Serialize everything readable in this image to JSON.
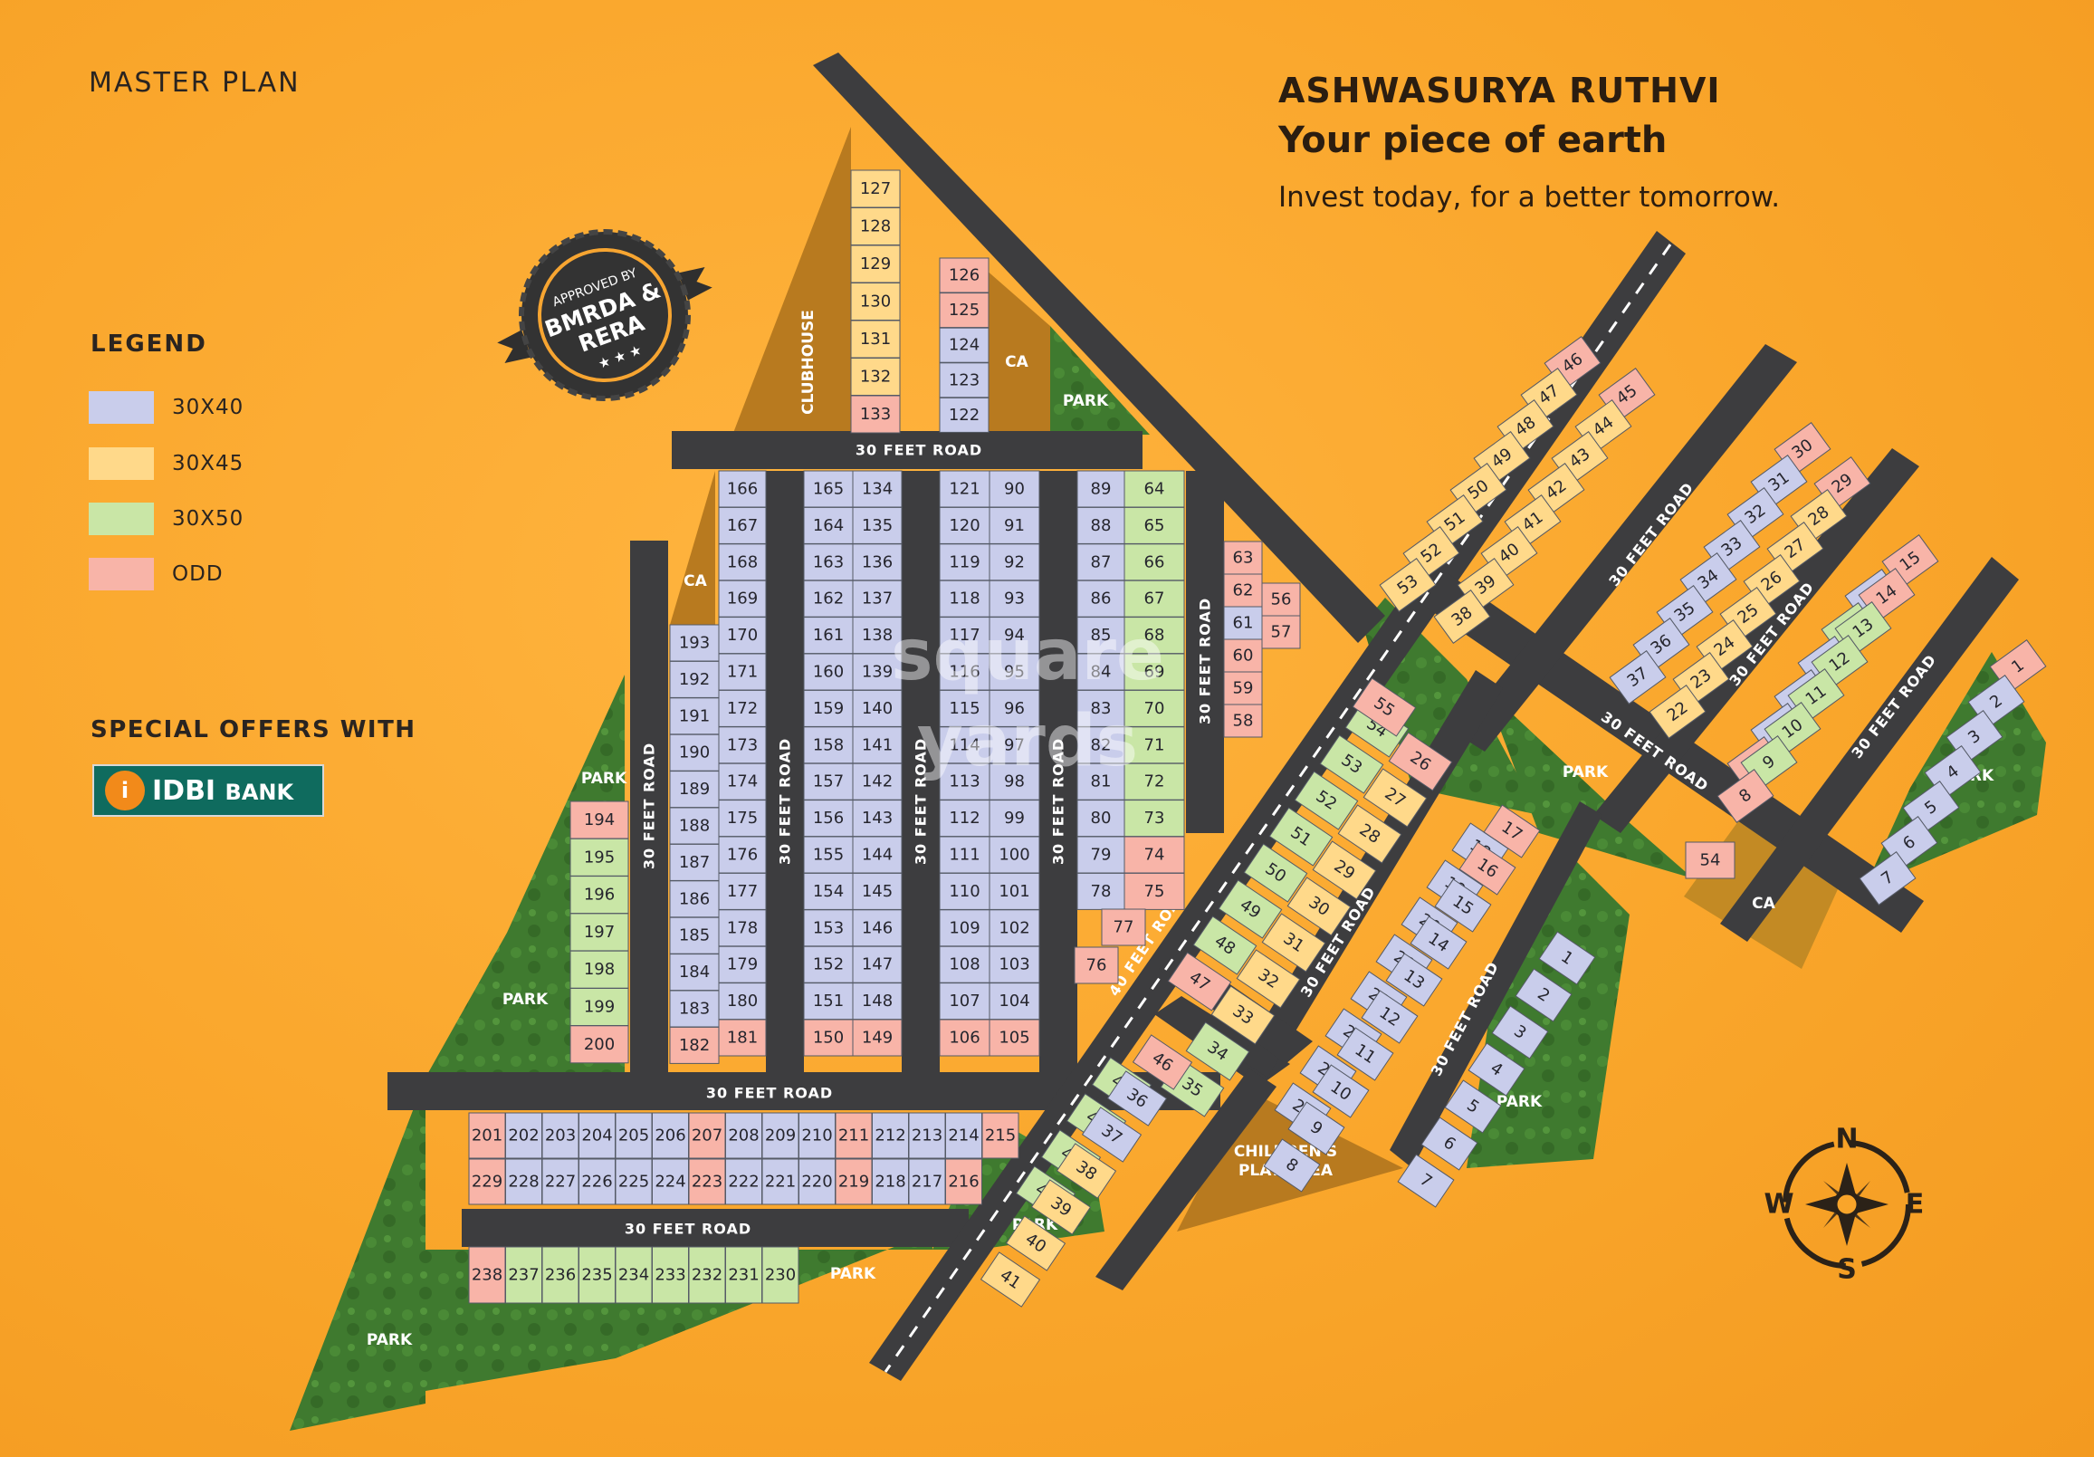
{
  "header": {
    "master_plan": "MASTER PLAN"
  },
  "project": {
    "title": "ASHWASURYA RUTHVI",
    "tagline": "Your piece of earth",
    "subline": "Invest today, for a better tomorrow."
  },
  "badge": {
    "line1": "APPROVED BY",
    "line2": "BMRDA &",
    "line3": "RERA"
  },
  "legend": {
    "title": "LEGEND",
    "items": [
      {
        "label": "30X40",
        "color": "#c9cdeb"
      },
      {
        "label": "30X45",
        "color": "#ffd98a"
      },
      {
        "label": "30X50",
        "color": "#c9e6a6"
      },
      {
        "label": "ODD",
        "color": "#f8b4a8"
      }
    ]
  },
  "offers": {
    "title": "SPECIAL OFFERS WITH",
    "bank_name": "IDBI",
    "bank_suffix": "BANK"
  },
  "compass": {
    "n": "N",
    "s": "S",
    "e": "E",
    "w": "W"
  },
  "labels": {
    "road30": "30 FEET ROAD",
    "road40": "40 FEET ROAD",
    "park": "PARK",
    "ca": "CA",
    "clubhouse": "CLUBHOUSE",
    "play1": "CHILDREN'S",
    "play2": "PLAY AREA"
  },
  "watermark": [
    "square",
    "yards"
  ],
  "plots": {
    "col_a": {
      "numbers": [
        166,
        167,
        168,
        169,
        170,
        171,
        172,
        173,
        174,
        175,
        176,
        177,
        178,
        179,
        180,
        181
      ],
      "colors": [
        "b",
        "b",
        "b",
        "b",
        "b",
        "b",
        "b",
        "b",
        "b",
        "b",
        "b",
        "b",
        "b",
        "b",
        "b",
        "o"
      ]
    },
    "col_b": {
      "numbers": [
        193,
        192,
        191,
        190,
        189,
        188,
        187,
        186,
        185,
        184,
        183,
        182
      ],
      "colors": [
        "b",
        "b",
        "b",
        "b",
        "b",
        "b",
        "b",
        "b",
        "b",
        "b",
        "b",
        "o"
      ]
    },
    "col_c": {
      "numbers": [
        165,
        164,
        163,
        162,
        161,
        160,
        159,
        158,
        157,
        156,
        155,
        154,
        153,
        152,
        151,
        150
      ],
      "colors": [
        "b",
        "b",
        "b",
        "b",
        "b",
        "b",
        "b",
        "b",
        "b",
        "b",
        "b",
        "b",
        "b",
        "b",
        "b",
        "o"
      ]
    },
    "col_d": {
      "numbers": [
        134,
        135,
        136,
        137,
        138,
        139,
        140,
        141,
        142,
        143,
        144,
        145,
        146,
        147,
        148,
        149
      ],
      "colors": [
        "b",
        "b",
        "b",
        "b",
        "b",
        "b",
        "b",
        "b",
        "b",
        "b",
        "b",
        "b",
        "b",
        "b",
        "b",
        "o"
      ]
    },
    "col_e": {
      "numbers": [
        121,
        120,
        119,
        118,
        117,
        116,
        115,
        114,
        113,
        112,
        111,
        110,
        109,
        108,
        107,
        106
      ],
      "colors": [
        "b",
        "b",
        "b",
        "b",
        "b",
        "b",
        "b",
        "b",
        "b",
        "b",
        "b",
        "b",
        "b",
        "b",
        "b",
        "o"
      ]
    },
    "col_f": {
      "numbers": [
        90,
        91,
        92,
        93,
        94,
        95,
        96,
        97,
        98,
        99,
        100,
        101,
        102,
        103,
        104,
        105
      ],
      "colors": [
        "b",
        "b",
        "b",
        "b",
        "b",
        "b",
        "b",
        "b",
        "b",
        "b",
        "b",
        "b",
        "b",
        "b",
        "b",
        "o"
      ]
    },
    "col_g": {
      "numbers": [
        89,
        88,
        87,
        86,
        85,
        84,
        83,
        82,
        81,
        80,
        79,
        78
      ],
      "colors": [
        "b",
        "b",
        "b",
        "b",
        "b",
        "b",
        "b",
        "b",
        "b",
        "b",
        "b",
        "b"
      ]
    },
    "col_h": {
      "numbers": [
        64,
        65,
        66,
        67,
        68,
        69,
        70,
        71,
        72,
        73,
        74,
        75
      ],
      "colors": [
        "g",
        "g",
        "g",
        "g",
        "g",
        "g",
        "g",
        "g",
        "g",
        "g",
        "o",
        "o"
      ]
    },
    "col_top_left": {
      "numbers": [
        127,
        128,
        129,
        130,
        131,
        132,
        133
      ],
      "colors": [
        "y",
        "y",
        "y",
        "y",
        "y",
        "y",
        "o"
      ]
    },
    "col_top_right": {
      "numbers": [
        126,
        125,
        124,
        123,
        122
      ],
      "colors": [
        "o",
        "o",
        "b",
        "b",
        "b"
      ]
    },
    "col_park_left": {
      "numbers": [
        194,
        195,
        196,
        197,
        198,
        199,
        200
      ],
      "colors": [
        "o",
        "g",
        "g",
        "g",
        "g",
        "g",
        "o"
      ]
    },
    "col_diag_63": {
      "numbers": [
        63,
        62,
        61,
        60,
        59,
        58
      ],
      "colors": [
        "o",
        "o",
        "b",
        "o",
        "o",
        "o"
      ]
    },
    "col_diag_56": {
      "numbers": [
        56,
        57
      ],
      "colors": [
        "o",
        "o"
      ]
    },
    "misc_small": {
      "numbers": [
        76,
        77
      ],
      "colors": [
        "o",
        "o"
      ]
    },
    "row_upper": {
      "numbers": [
        201,
        202,
        203,
        204,
        205,
        206,
        207,
        208,
        209,
        210,
        211,
        212,
        213,
        214,
        215
      ],
      "colors": [
        "o",
        "b",
        "b",
        "b",
        "b",
        "b",
        "o",
        "b",
        "b",
        "b",
        "o",
        "b",
        "b",
        "b",
        "o"
      ]
    },
    "row_lower": {
      "numbers": [
        229,
        228,
        227,
        226,
        225,
        224,
        223,
        222,
        221,
        220,
        219,
        218,
        217,
        216
      ],
      "colors": [
        "o",
        "b",
        "b",
        "b",
        "b",
        "b",
        "o",
        "b",
        "b",
        "b",
        "o",
        "b",
        "b",
        "o"
      ]
    },
    "row_bottom": {
      "numbers": [
        238,
        237,
        236,
        235,
        234,
        233,
        232,
        231,
        230
      ],
      "colors": [
        "o",
        "g",
        "g",
        "g",
        "g",
        "g",
        "g",
        "g",
        "g"
      ]
    },
    "diag_mid_left": {
      "numbers": [
        54,
        53,
        52,
        51,
        50,
        49,
        48,
        47
      ],
      "colors": [
        "g",
        "g",
        "g",
        "g",
        "g",
        "g",
        "g",
        "o"
      ]
    },
    "diag_mid_right": {
      "numbers": [
        26,
        27,
        28,
        29,
        30,
        31,
        32,
        33,
        34,
        35
      ],
      "colors": [
        "o",
        "y",
        "y",
        "y",
        "y",
        "y",
        "y",
        "y",
        "g",
        "g"
      ]
    },
    "diag_mid_top": {
      "numbers": [
        55
      ],
      "colors": [
        "o"
      ]
    },
    "diag_low_left": {
      "numbers": [
        45,
        44,
        43,
        42
      ],
      "colors": [
        "g",
        "g",
        "g",
        "g"
      ]
    },
    "diag_low_right": {
      "numbers": [
        46,
        36,
        37,
        38,
        39,
        40,
        41
      ],
      "colors": [
        "o",
        "b",
        "b",
        "y",
        "y",
        "y",
        "y"
      ]
    },
    "diag_right_a": {
      "numbers": [
        18,
        19,
        20,
        21,
        22,
        23,
        24,
        25
      ],
      "colors": [
        "b",
        "b",
        "b",
        "b",
        "b",
        "b",
        "b",
        "b"
      ]
    },
    "diag_right_b": {
      "numbers": [
        17,
        16,
        15,
        14,
        13,
        12,
        11,
        10,
        9,
        8
      ],
      "colors": [
        "o",
        "o",
        "b",
        "b",
        "b",
        "b",
        "b",
        "b",
        "b",
        "b"
      ]
    },
    "diag_right_c": {
      "numbers": [
        1,
        2,
        3,
        4,
        5,
        6,
        7
      ],
      "colors": [
        "b",
        "b",
        "b",
        "b",
        "b",
        "b",
        "b"
      ]
    },
    "ne_block_a": {
      "numbers": [
        46,
        47,
        48,
        49,
        50,
        51,
        52,
        53
      ],
      "colors": [
        "o",
        "y",
        "y",
        "y",
        "y",
        "y",
        "y",
        "y"
      ]
    },
    "ne_block_b": {
      "numbers": [
        45,
        44,
        43,
        42,
        41,
        40,
        39,
        38
      ],
      "colors": [
        "o",
        "y",
        "y",
        "y",
        "y",
        "y",
        "y",
        "y"
      ]
    },
    "ne_block_c": {
      "numbers": [
        30,
        31,
        32,
        33,
        34,
        35,
        36,
        37
      ],
      "colors": [
        "o",
        "b",
        "b",
        "b",
        "b",
        "b",
        "b",
        "b"
      ]
    },
    "ne_block_d": {
      "numbers": [
        29,
        28,
        27,
        26,
        25,
        24,
        23,
        22
      ],
      "colors": [
        "o",
        "y",
        "y",
        "y",
        "y",
        "y",
        "y",
        "y"
      ]
    },
    "ne_block_e": {
      "numbers": [
        16,
        17,
        18,
        19,
        20,
        21
      ],
      "colors": [
        "b",
        "g",
        "b",
        "b",
        "b",
        "o"
      ]
    },
    "ne_block_f": {
      "numbers": [
        15,
        14,
        13,
        12,
        11,
        10,
        9,
        8
      ],
      "colors": [
        "o",
        "o",
        "g",
        "g",
        "g",
        "g",
        "g",
        "o"
      ]
    },
    "ne_block_g": {
      "numbers": [
        1,
        2,
        3,
        4,
        5,
        6,
        7
      ],
      "colors": [
        "o",
        "b",
        "b",
        "b",
        "b",
        "b",
        "b"
      ]
    },
    "ne_odd": {
      "numbers": [
        54
      ],
      "colors": [
        "o"
      ]
    }
  }
}
